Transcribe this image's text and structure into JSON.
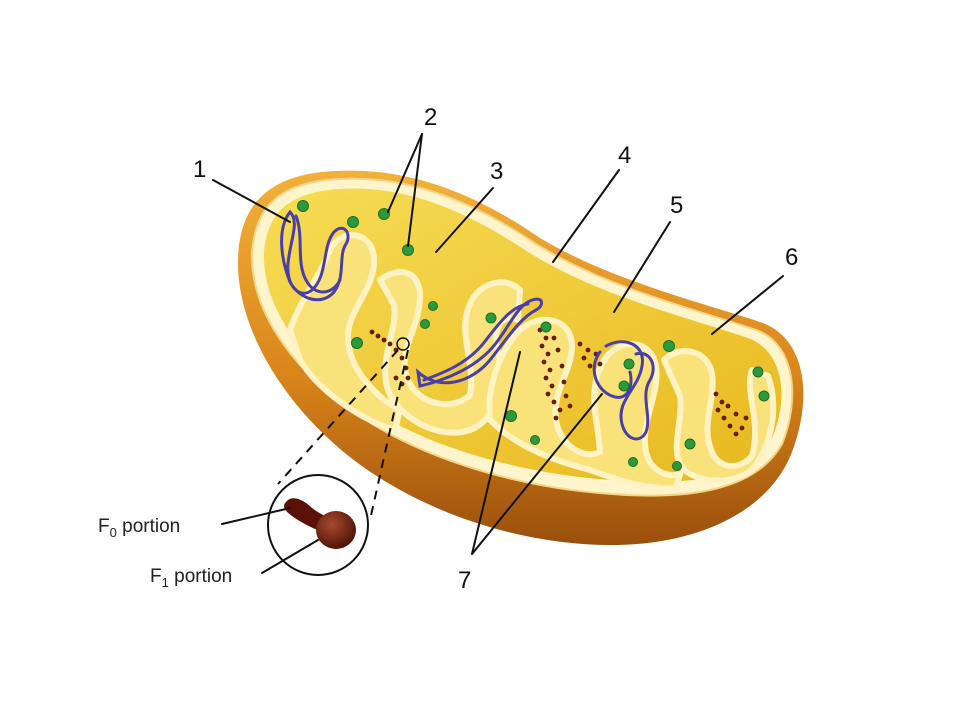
{
  "labels": {
    "n1": "1",
    "n2": "2",
    "n3": "3",
    "n4": "4",
    "n5": "5",
    "n6": "6",
    "n7": "7"
  },
  "inset": {
    "f0_main": "F",
    "f0_sub": "0",
    "f0_rest": " portion",
    "f1_main": "F",
    "f1_sub": "1",
    "f1_rest": " portion"
  },
  "colors": {
    "outer_shell": "#d98a1a",
    "inner_matrix": "#f3d03a",
    "membrane_edge": "#fff4c2",
    "dna": "#4a3fa6",
    "ribosome": "#2a9a3a",
    "atp_synthase": "#6b1d10"
  }
}
